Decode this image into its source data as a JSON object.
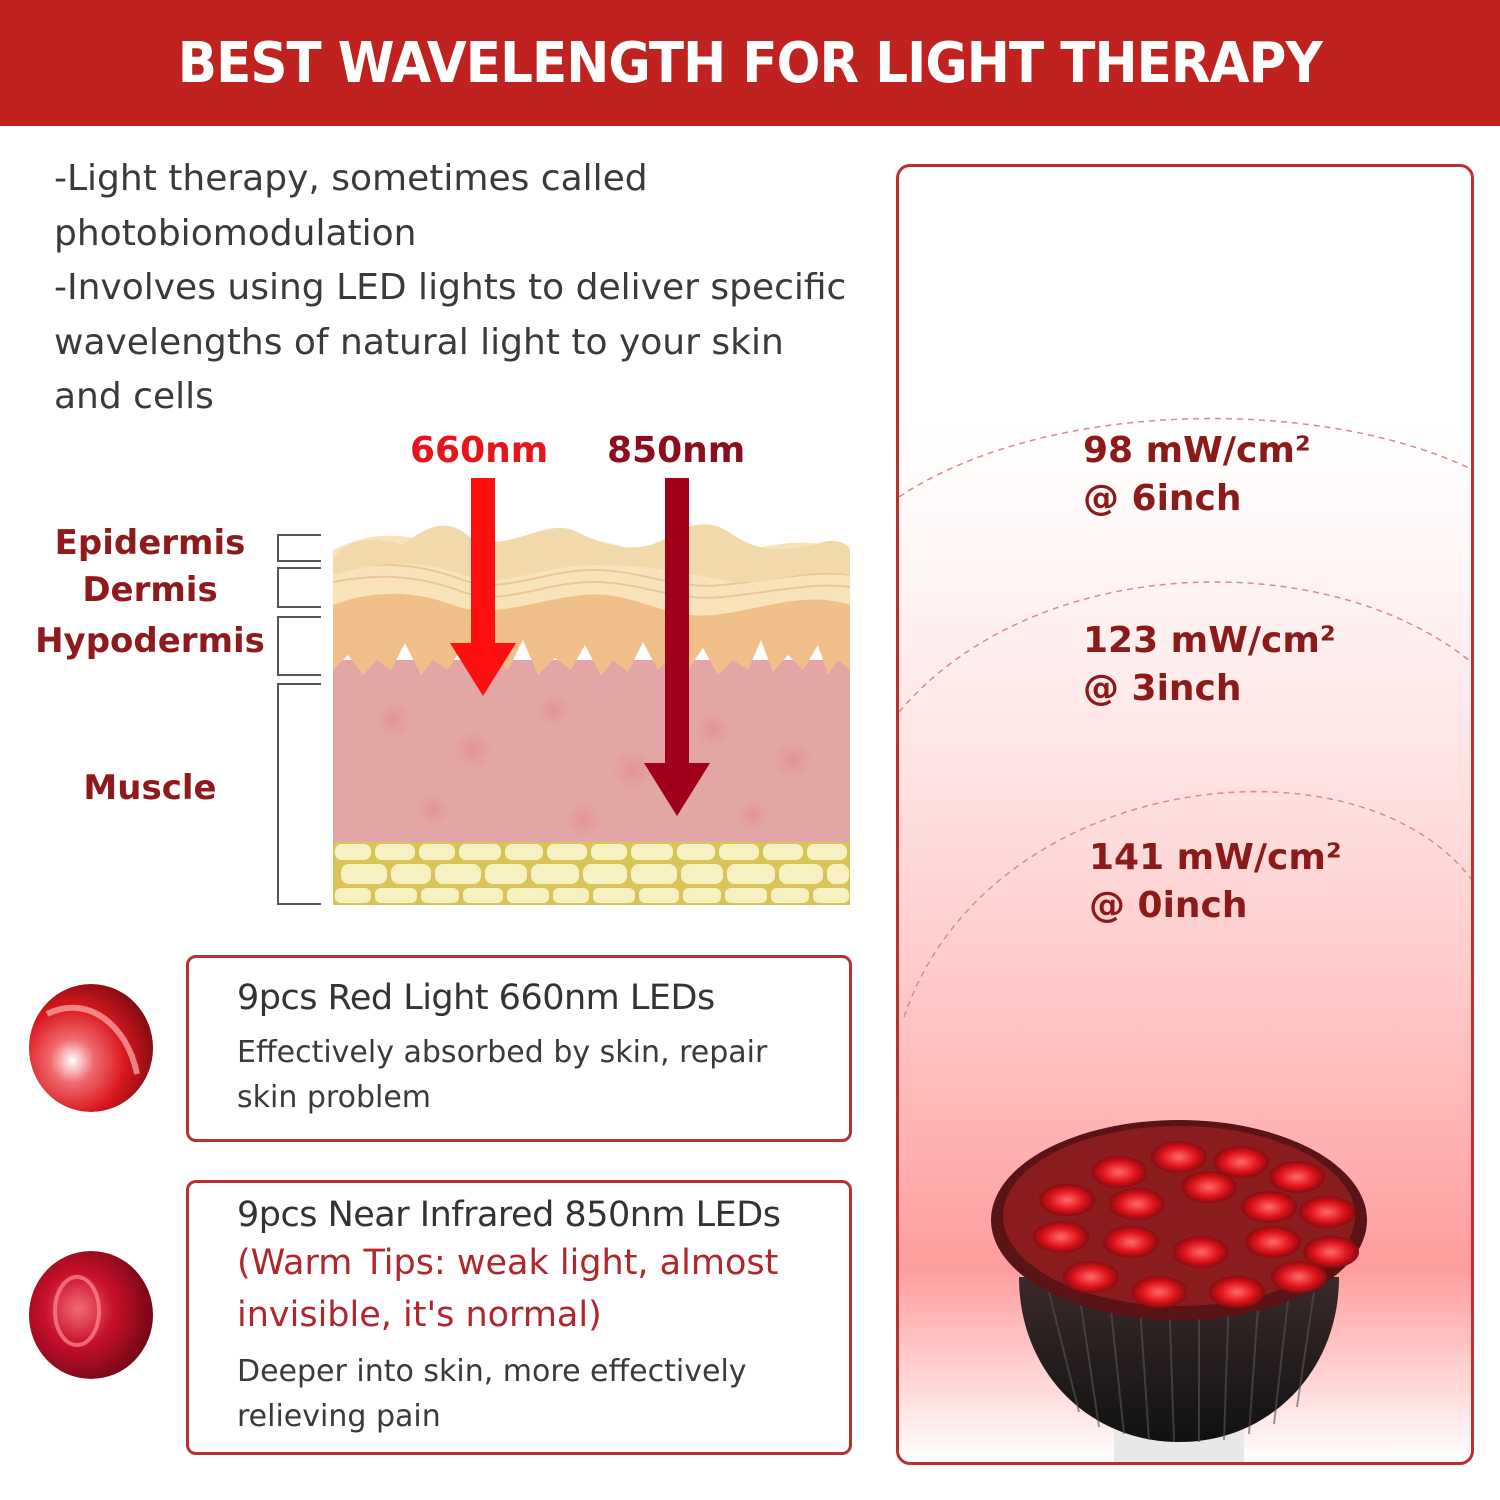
{
  "header": {
    "title": "BEST WAVELENGTH FOR LIGHT THERAPY",
    "bg_color": "#c0221f"
  },
  "intro": {
    "lines": [
      "-Light therapy, sometimes called",
      "photobiomodulation",
      "-Involves using LED lights to deliver specific",
      "wavelengths of natural light to your skin",
      "and cells"
    ]
  },
  "diagram": {
    "wavelengths": [
      {
        "label": "660nm",
        "color": "#ff1010",
        "depth": "hypodermis"
      },
      {
        "label": "850nm",
        "color": "#a0001c",
        "depth": "muscle"
      }
    ],
    "layers": [
      {
        "label": "Epidermis"
      },
      {
        "label": "Dermis"
      },
      {
        "label": "Hypodermis"
      },
      {
        "label": "Muscle"
      }
    ]
  },
  "features": [
    {
      "title": "9pcs Red Light 660nm LEDs",
      "description": "Effectively absorbed by skin, repair skin problem",
      "icon": "red-led-closeup-icon"
    },
    {
      "title": "9pcs Near Infrared 850nm LEDs",
      "tip": "(Warm Tips: weak light, almost invisible, it's normal)",
      "description": "Deeper into skin, more effectively relieving pain",
      "icon": "nir-led-closeup-icon"
    }
  ],
  "irradiance": {
    "levels": [
      {
        "power": "98 mW/cm²",
        "distance": "@ 6inch"
      },
      {
        "power": "123 mW/cm²",
        "distance": "@ 3inch"
      },
      {
        "power": "141 mW/cm²",
        "distance": "@ 0inch"
      }
    ],
    "product": "red-light-bulb-18-led",
    "accent_color": "#b9302e",
    "text_color": "#8c1a1a"
  }
}
